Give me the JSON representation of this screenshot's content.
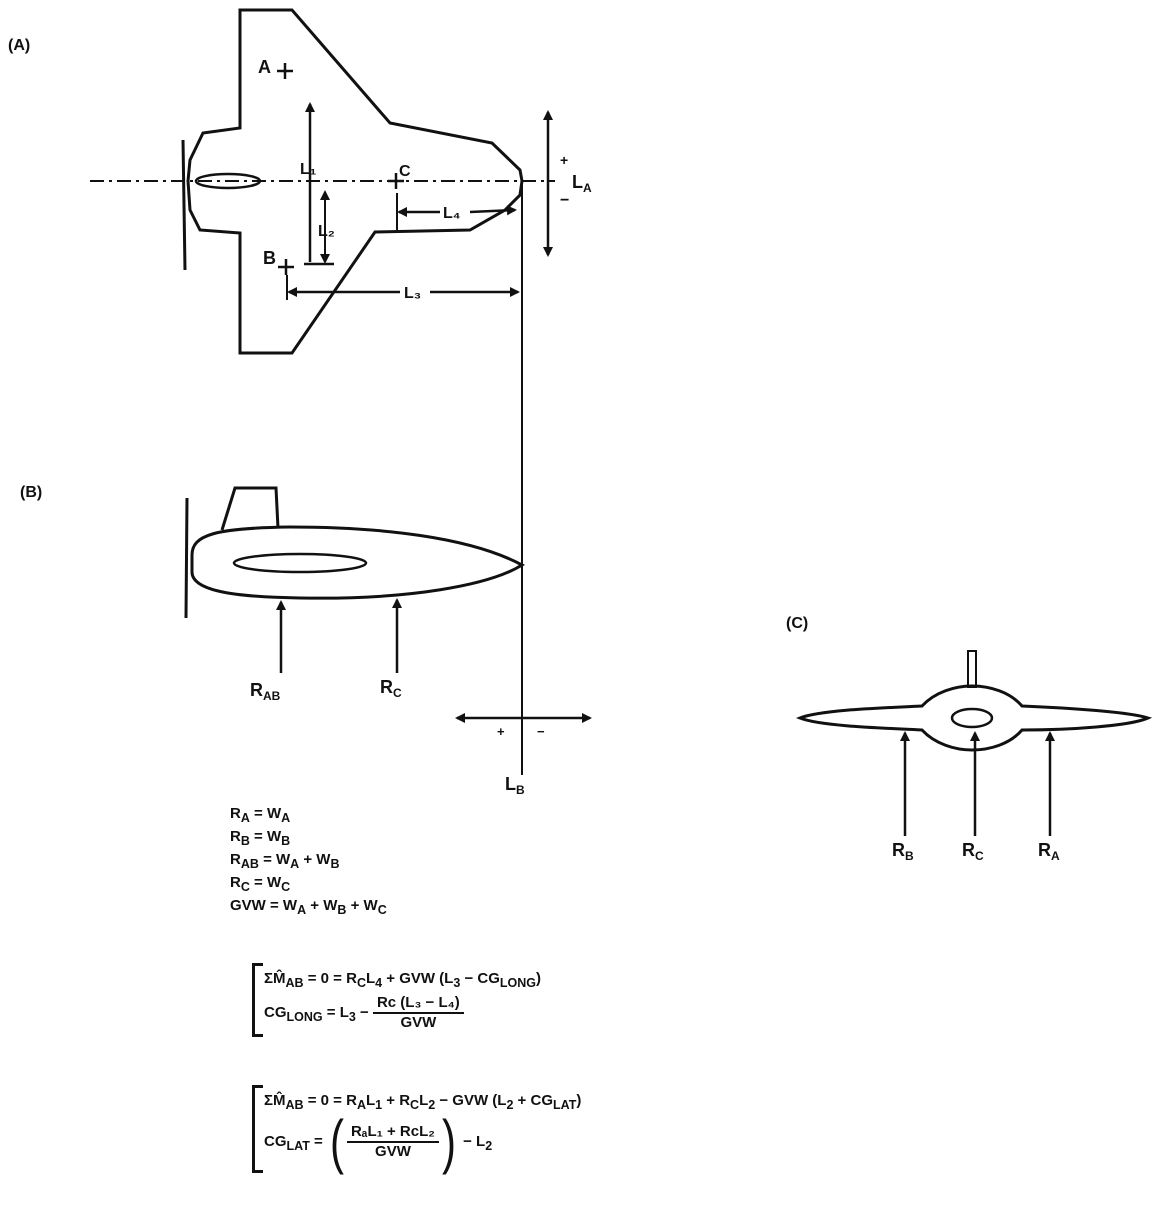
{
  "panels": {
    "a": "(A)",
    "b": "(B)",
    "c": "(C)"
  },
  "view_a_labels": {
    "point_a": "A",
    "point_b": "B",
    "point_c": "C",
    "l1": "L₁",
    "l2": "L₂",
    "l3": "L₃",
    "l4": "L₄",
    "la": "L",
    "la_sub": "A",
    "plus": "+",
    "minus": "−"
  },
  "view_b_labels": {
    "rab": "R",
    "rab_sub": "AB",
    "rc": "R",
    "rc_sub": "C",
    "lb": "L",
    "lb_sub": "B",
    "plus": "+",
    "minus": "−"
  },
  "view_c_labels": {
    "rb": "R",
    "rb_sub": "B",
    "rc": "R",
    "rc_sub": "C",
    "ra": "R",
    "ra_sub": "A"
  },
  "equations": {
    "e1": [
      "R",
      "A",
      " = W",
      "A",
      ""
    ],
    "e2": [
      "R",
      "B",
      " = W",
      "B",
      ""
    ],
    "e3": [
      "R",
      "AB",
      " = W",
      "A",
      " + W",
      "B"
    ],
    "e4": [
      "R",
      "C",
      " = W",
      "C",
      ""
    ],
    "e5": "GVW = W",
    "e5_a": "A",
    "e5_b": " + W",
    "e5_bs": "B",
    "e5_c": " + W",
    "e5_cs": "C",
    "long_sum": "ΣM̂",
    "long_sum_sub": "AB",
    "long_rhs": " = 0 = R",
    "long_rhs_rc": "C",
    "long_rhs_2": "L",
    "long_rhs_l": "4",
    "long_rhs_3": " + GVW (L",
    "long_rhs_l3": "3",
    "long_rhs_4": " − CG",
    "long_rhs_cg": "LONG",
    "long_rhs_5": ")",
    "cg_long": "CG",
    "cg_long_sub": "LONG",
    "cg_long_eq": " = L",
    "cg_long_l3": "3",
    "cg_long_minus": " −",
    "cg_long_num": "Rᴄ (L₃ − L₄)",
    "cg_long_den": "GVW",
    "lat_sum": "ΣM̂",
    "lat_sum_sub": "AB",
    "lat_rhs": " = 0 = R",
    "lat_rhs_a": "A",
    "lat_rhs_2": "L",
    "lat_rhs_1": "1",
    "lat_rhs_3": " + R",
    "lat_rhs_c": "C",
    "lat_rhs_4": "L",
    "lat_rhs_l2": "2",
    "lat_rhs_5": " − GVW (L",
    "lat_rhs_l2b": "2",
    "lat_rhs_6": " + CG",
    "lat_rhs_cg": "LAT",
    "lat_rhs_7": ")",
    "cg_lat": "CG",
    "cg_lat_sub": "LAT",
    "cg_lat_eq": " = ",
    "cg_lat_num": "RₐL₁ + RᴄL₂",
    "cg_lat_den": "GVW",
    "cg_lat_tail": " − L",
    "cg_lat_tail_sub": "2"
  }
}
